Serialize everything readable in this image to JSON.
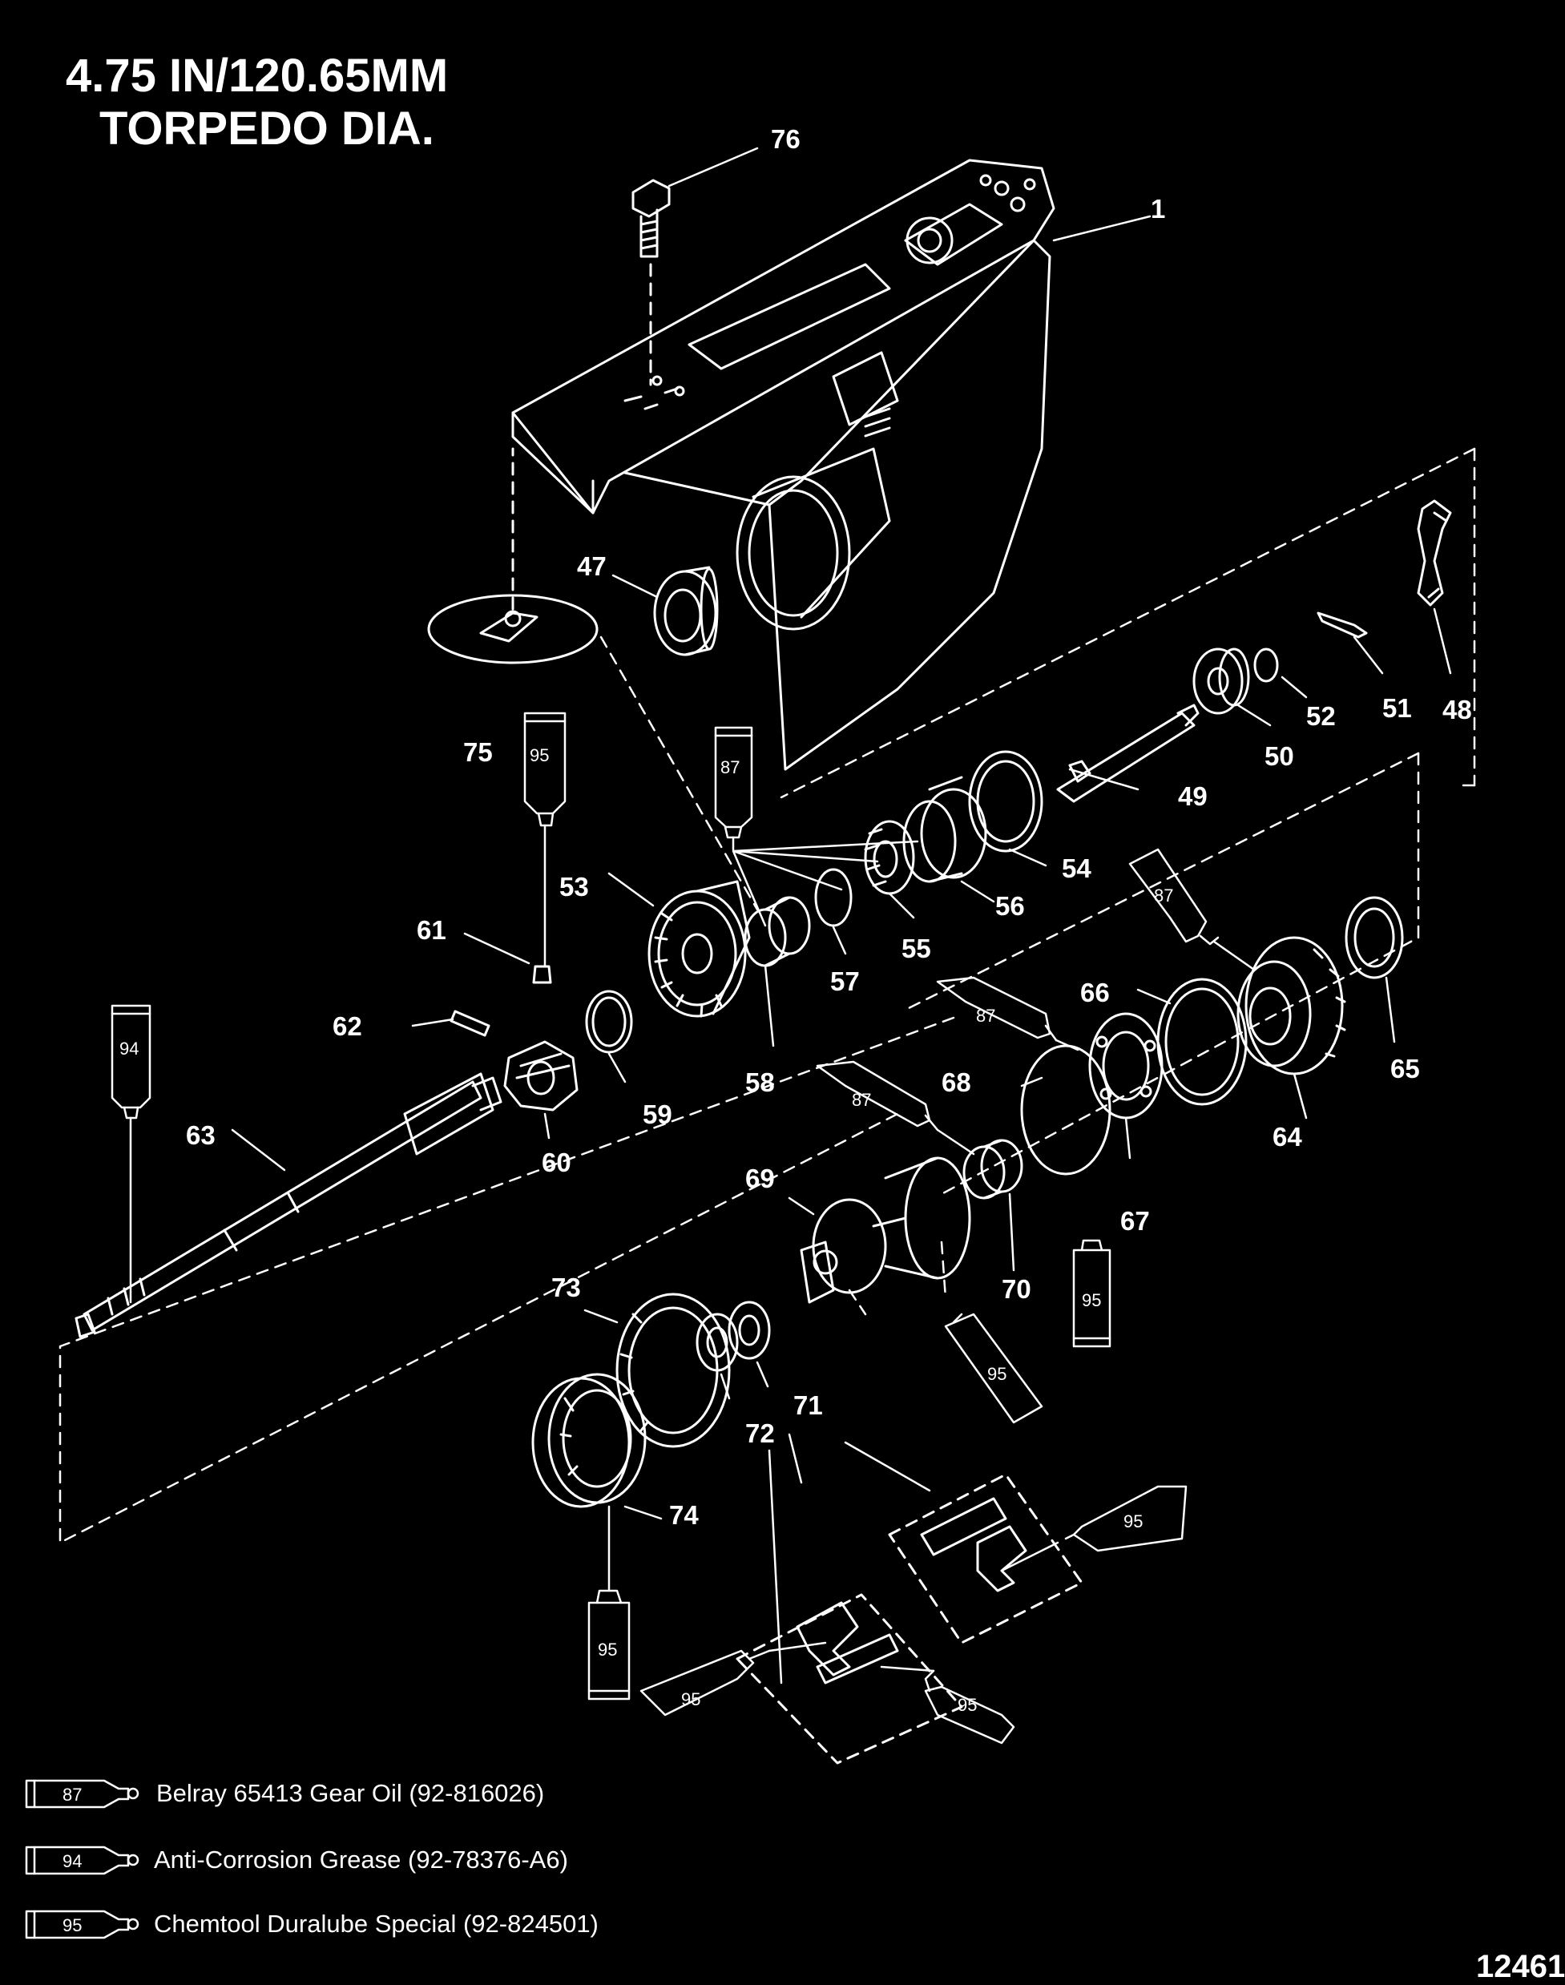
{
  "title": {
    "line1": "4.75 IN/120.65MM",
    "line2": "TORPEDO DIA."
  },
  "parts": [
    {
      "id": "1",
      "label": "1"
    },
    {
      "id": "47",
      "label": "47"
    },
    {
      "id": "48",
      "label": "48"
    },
    {
      "id": "49",
      "label": "49"
    },
    {
      "id": "50",
      "label": "50"
    },
    {
      "id": "51",
      "label": "51"
    },
    {
      "id": "52",
      "label": "52"
    },
    {
      "id": "53",
      "label": "53"
    },
    {
      "id": "54",
      "label": "54"
    },
    {
      "id": "55",
      "label": "55"
    },
    {
      "id": "56",
      "label": "56"
    },
    {
      "id": "57",
      "label": "57"
    },
    {
      "id": "58",
      "label": "58"
    },
    {
      "id": "59",
      "label": "59"
    },
    {
      "id": "60",
      "label": "60"
    },
    {
      "id": "61",
      "label": "61"
    },
    {
      "id": "62",
      "label": "62"
    },
    {
      "id": "63",
      "label": "63"
    },
    {
      "id": "64",
      "label": "64"
    },
    {
      "id": "65",
      "label": "65"
    },
    {
      "id": "66",
      "label": "66"
    },
    {
      "id": "67",
      "label": "67"
    },
    {
      "id": "68",
      "label": "68"
    },
    {
      "id": "69",
      "label": "69"
    },
    {
      "id": "70",
      "label": "70"
    },
    {
      "id": "71a",
      "label": "71"
    },
    {
      "id": "71b",
      "label": "71"
    },
    {
      "id": "72a",
      "label": "72"
    },
    {
      "id": "72b",
      "label": "72"
    },
    {
      "id": "73",
      "label": "73"
    },
    {
      "id": "74",
      "label": "74"
    },
    {
      "id": "75",
      "label": "75"
    },
    {
      "id": "76",
      "label": "76"
    }
  ],
  "tubes": [
    {
      "id": "t95a",
      "label": "95"
    },
    {
      "id": "t87a",
      "label": "87"
    },
    {
      "id": "t94",
      "label": "94"
    },
    {
      "id": "t87b",
      "label": "87"
    },
    {
      "id": "t87c",
      "label": "87"
    },
    {
      "id": "t87d",
      "label": "87"
    },
    {
      "id": "t95b",
      "label": "95"
    },
    {
      "id": "t95c",
      "label": "95"
    },
    {
      "id": "t95d",
      "label": "95"
    },
    {
      "id": "t95e",
      "label": "95"
    },
    {
      "id": "t95f",
      "label": "95"
    },
    {
      "id": "t95g",
      "label": "95"
    }
  ],
  "legend": [
    {
      "code": "87",
      "text": "Belray 65413 Gear Oil (92-816026)"
    },
    {
      "code": "94",
      "text": "Anti-Corrosion Grease (92-78376-A6)"
    },
    {
      "code": "95",
      "text": "Chemtool Duralube Special (92-824501)"
    }
  ],
  "figure_number": "12461"
}
